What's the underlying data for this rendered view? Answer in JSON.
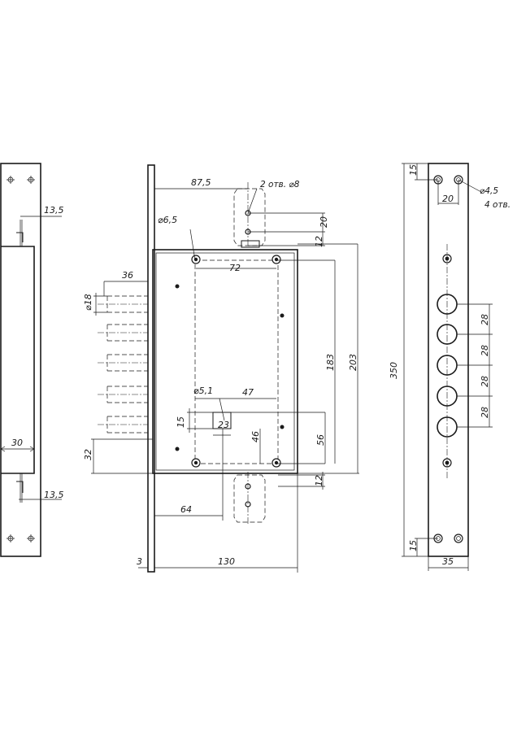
{
  "dimensions": {
    "left_13_5_top": "13,5",
    "left_30": "30",
    "left_13_5_bottom": "13,5",
    "c_87_5": "87,5",
    "c_2otv": "2 отв. ⌀8",
    "c_20": "20",
    "c_12_top": "12",
    "c_d6_5": "⌀6,5",
    "c_72": "72",
    "c_36": "36",
    "c_d18": "⌀18",
    "c_183": "183",
    "c_203": "203",
    "c_d5_1": "⌀5,1",
    "c_47": "47",
    "c_15": "15",
    "c_23": "23",
    "c_46": "46",
    "c_56": "56",
    "c_32": "32",
    "c_12_bottom": "12",
    "c_64": "64",
    "c_3": "3",
    "c_130": "130",
    "r_15_top": "15",
    "r_20": "20",
    "r_d4_5": "⌀4,5",
    "r_4otv": "4 отв.",
    "r_350": "350",
    "r_28_1": "28",
    "r_28_2": "28",
    "r_28_3": "28",
    "r_28_4": "28",
    "r_15_bottom": "15",
    "r_35": "35"
  }
}
